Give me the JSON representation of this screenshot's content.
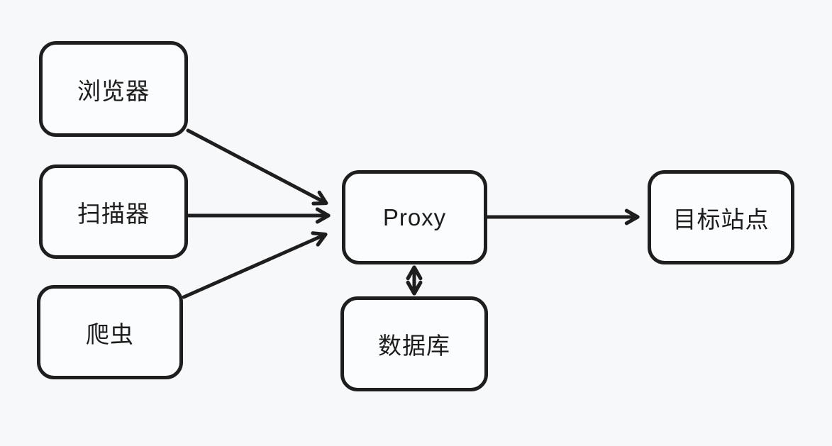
{
  "diagram": {
    "type": "flow-diagram",
    "colors": {
      "background": "#f7f8fa",
      "stroke": "#1e1e1e",
      "node_fill": "#fbfcfd",
      "text": "#1c1c1c"
    },
    "nodes": [
      {
        "id": "browser",
        "label": "浏览器"
      },
      {
        "id": "scanner",
        "label": "扫描器"
      },
      {
        "id": "crawler",
        "label": "爬虫"
      },
      {
        "id": "proxy",
        "label": "Proxy"
      },
      {
        "id": "database",
        "label": "数据库"
      },
      {
        "id": "target",
        "label": "目标站点"
      }
    ],
    "edges": [
      {
        "from": "browser",
        "to": "proxy",
        "arrow": "one-way"
      },
      {
        "from": "scanner",
        "to": "proxy",
        "arrow": "one-way"
      },
      {
        "from": "crawler",
        "to": "proxy",
        "arrow": "one-way"
      },
      {
        "from": "proxy",
        "to": "target",
        "arrow": "one-way"
      },
      {
        "from": "proxy",
        "to": "database",
        "arrow": "two-way"
      }
    ]
  }
}
